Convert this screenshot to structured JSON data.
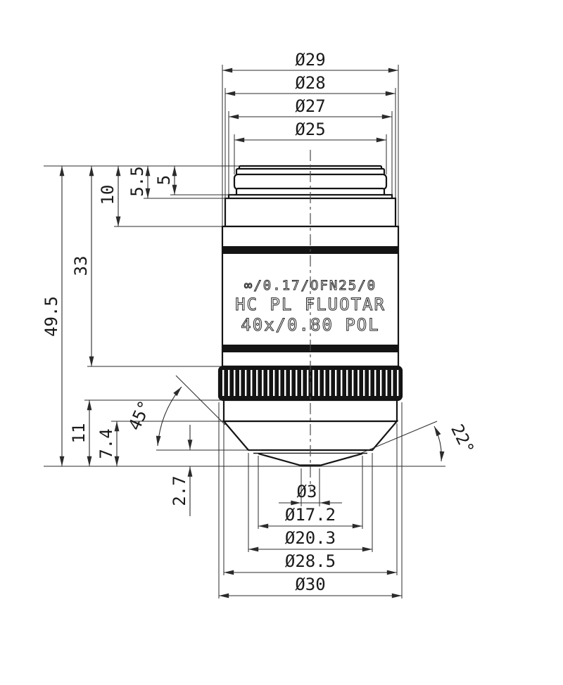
{
  "engraving": {
    "line1": "∞/0.17/OFN25/0",
    "line2": "HC PL FLUOTAR",
    "line3": "40x/0.80 POL"
  },
  "dimensions": {
    "top": {
      "d29": "Ø29",
      "d28": "Ø28",
      "d27": "Ø27",
      "d25": "Ø25"
    },
    "left": {
      "h5": "5",
      "h5_5": "5.5",
      "h10": "10",
      "h33": "33",
      "h49_5": "49.5"
    },
    "lower_left": {
      "h11": "11",
      "h7_4": "7.4",
      "h2_7": "2.7"
    },
    "bottom": {
      "d3": "Ø3",
      "d17_2": "Ø17.2",
      "d20_3": "Ø20.3",
      "d28_5": "Ø28.5",
      "d30": "Ø30"
    },
    "angles": {
      "a45": "45°",
      "a22": "22°"
    }
  },
  "colors": {
    "line": "#1a1a1a",
    "background": "#ffffff"
  }
}
